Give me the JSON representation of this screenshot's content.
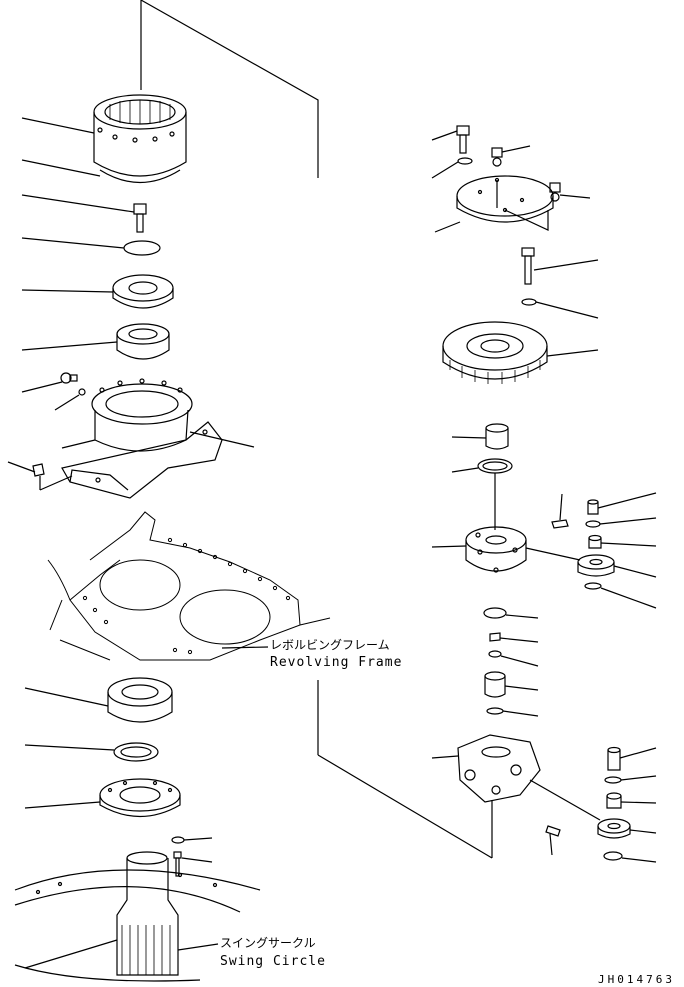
{
  "labels": {
    "revolving_frame_jp": "レボルビングフレーム",
    "revolving_frame_en": "Revolving Frame",
    "swing_circle_jp": "スイングサークル",
    "swing_circle_en": "Swing Circle",
    "drawing_code": "JH014763"
  },
  "colors": {
    "ink": "#000000",
    "paper": "#ffffff"
  }
}
